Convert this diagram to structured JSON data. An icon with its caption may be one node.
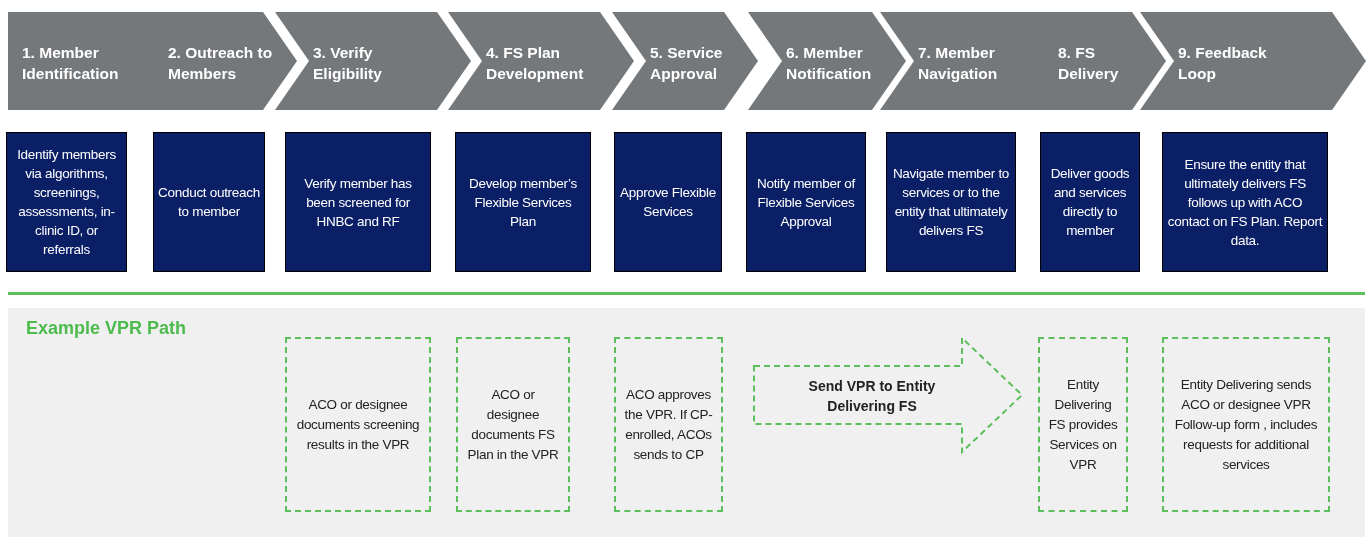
{
  "diagram": {
    "nodes": [
      {
        "text": [
          "1. Member Identification"
        ]
      },
      {
        "text": [
          "2. Outreach to Members"
        ]
      },
      {
        "text": [
          "3. Verify Eligibility"
        ]
      },
      {
        "text": [
          "4. FS Plan Development"
        ]
      },
      {
        "text": [
          "5. Service Approval"
        ]
      },
      {
        "text": [
          "6. Member Notification"
        ]
      },
      {
        "text": [
          "7. Member Navigation"
        ]
      },
      {
        "text": [
          "8. FS Delivery"
        ]
      },
      {
        "text": [
          "9. Feedback Loop"
        ]
      },
      {
        "text": [
          "Identify members via algorithms, screenings, assessments, in-clinic ID,  or referrals"
        ]
      },
      {
        "text": [
          "Conduct outreach to member"
        ]
      },
      {
        "text": [
          "Verify member has been screened for HNBC  and RF"
        ]
      },
      {
        "text": [
          "Develop member’s Flexible Services Plan"
        ]
      },
      {
        "text": [
          "Approve Flexible Services"
        ]
      },
      {
        "text": [
          "Notify member of Flexible Services Approval"
        ]
      },
      {
        "text": [
          "Navigate member to services or to the entity that ultimately delivers FS"
        ]
      },
      {
        "text": [
          "Deliver goods and services directly to member"
        ]
      },
      {
        "text": [
          "Ensure the entity that ultimately delivers FS follows up with ACO contact on FS Plan. Report data."
        ]
      },
      {
        "text": [
          "Example VPR Path"
        ]
      },
      {
        "text": [
          "ACO or designee documents screening results in the VPR"
        ],
        "in": 18
      },
      {
        "text": [
          "ACO or designee documents FS Plan in the VPR"
        ],
        "in": 18
      },
      {
        "text": [
          "ACO approves the VPR. If CP-enrolled, ACOs sends to CP"
        ],
        "in": 18
      },
      {
        "text": [
          "Send VPR to Entity Delivering FS"
        ],
        "in": 18
      },
      {
        "text": [
          "Entity Delivering FS provides Services on VPR"
        ],
        "in": 18
      },
      {
        "text": [
          "Entity Delivering sends ACO or designee VPR Follow-up form , includes requests for additional services"
        ],
        "in": 18
      }
    ]
  }
}
